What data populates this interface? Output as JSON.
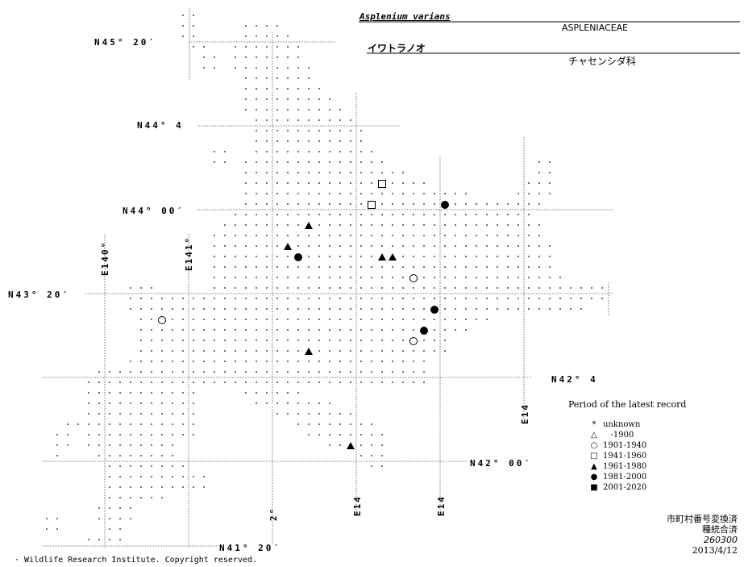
{
  "species": {
    "scientific_name": "Asplenium varians",
    "family_latin": "ASPLENIACEAE",
    "japanese_name": "イワトラノオ",
    "family_japanese": "チャセンシダ科"
  },
  "graticule_labels": {
    "lat_45_20": "N45° 20′",
    "lat_44_40": "N44° 4",
    "lat_44_00": "N44° 00′",
    "lat_43_20": "N43° 20′",
    "lat_42_40": "N42° 4",
    "lat_42_00": "N42° 00′",
    "lat_41_20": "N41° 20′",
    "lon_140": "E140°",
    "lon_141": "E141°",
    "lon_142": "2°",
    "lon_143": "E14",
    "lon_144": "E14",
    "lon_145": "E14"
  },
  "legend": {
    "title": "Period of the latest record",
    "items": [
      {
        "symbol": "*",
        "label": "unknown"
      },
      {
        "symbol": "△",
        "label": "   -1900"
      },
      {
        "symbol": "○",
        "label": "1901-1940"
      },
      {
        "symbol": "□",
        "label": "1941-1960"
      },
      {
        "symbol": "▲",
        "label": "1961-1980"
      },
      {
        "symbol": "●",
        "label": "1981-2000"
      },
      {
        "symbol": "■",
        "label": "2001-2020"
      }
    ]
  },
  "status": {
    "line1": "市町村番号変換済",
    "line2": "種統合済",
    "line3": "260300",
    "line4": "2013/4/12"
  },
  "copyright": "· Wildlife Research Institute. Copyright reserved.",
  "records": [
    {
      "period": "1941-1960",
      "symbol": "open-square"
    },
    {
      "period": "1941-1960",
      "symbol": "open-square"
    },
    {
      "period": "1981-2000",
      "symbol": "filled-circle"
    },
    {
      "period": "1961-1980",
      "symbol": "filled-triangle"
    },
    {
      "period": "1961-1980",
      "symbol": "filled-triangle"
    },
    {
      "period": "1981-2000",
      "symbol": "filled-circle"
    },
    {
      "period": "1961-1980",
      "symbol": "filled-triangle"
    },
    {
      "period": "1961-1980",
      "symbol": "filled-triangle"
    },
    {
      "period": "1901-1940",
      "symbol": "open-circle"
    },
    {
      "period": "1981-2000",
      "symbol": "filled-circle"
    },
    {
      "period": "1901-1940",
      "symbol": "open-circle"
    },
    {
      "period": "1981-2000",
      "symbol": "filled-circle"
    },
    {
      "period": "1901-1940",
      "symbol": "open-circle"
    },
    {
      "period": "1961-1980",
      "symbol": "filled-triangle"
    },
    {
      "period": "1961-1980",
      "symbol": "filled-triangle"
    }
  ]
}
